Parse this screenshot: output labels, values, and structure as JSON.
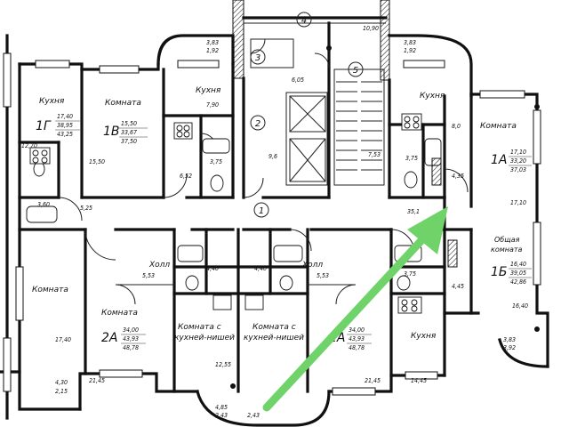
{
  "rooms": {
    "kuhnya_1g": "Кухня",
    "komnata_1v": "Комната",
    "kuhnya_1v": "Кухня",
    "kuhnya_right": "Кухня",
    "komnata_1a": "Комната",
    "komnata_left": "Комната",
    "komnata_2a_left": "Комната",
    "hall_left": "Холл",
    "hall_right": "Холл",
    "komnata_kuhnya_left_1": "Комната с",
    "komnata_kuhnya_left_2": "кухней-нишей",
    "komnata_kuhnya_right_1": "Комната с",
    "komnata_kuhnya_right_2": "кухней-нишей",
    "obshaya_1": "Общая",
    "obshaya_2": "комната",
    "kuhnya_bottom_right": "Кухня"
  },
  "apartments": {
    "a1g": {
      "code": "1Г",
      "areas": [
        "17,40",
        "38,95",
        "43,25"
      ]
    },
    "a1v": {
      "code": "1В",
      "areas": [
        "15,50",
        "33,67",
        "37,50"
      ]
    },
    "a1a": {
      "code": "1А",
      "areas": [
        "17,10",
        "33,20",
        "37,03"
      ]
    },
    "a1b": {
      "code": "1Б",
      "areas": [
        "16,40",
        "39,05",
        "42,86"
      ]
    },
    "a2a_left": {
      "code": "2А",
      "areas": [
        "34,00",
        "43,93",
        "48,78"
      ]
    },
    "a2a_right": {
      "code": "2А",
      "areas": [
        "34,00",
        "43,93",
        "48,78"
      ]
    }
  },
  "section_numbers": {
    "n1": "1",
    "n2": "2",
    "n3": "3",
    "n4": "4",
    "n5": "5"
  },
  "dims": {
    "balc_tl_1": "3,83",
    "balc_tl_2": "1,92",
    "balc_tr_1": "3,83",
    "balc_tr_2": "1,92",
    "top_mid": "10,90",
    "d_6_05": "6,05",
    "d_7_90": "7,90",
    "d_12_70": "12,70",
    "d_15_50": "15,50",
    "d_6_52": "6,52",
    "d_3_75_a": "3,75",
    "d_9_6": "9,6",
    "d_7_53": "7,53",
    "d_3_75_b": "3,75",
    "d_8_0": "8,0",
    "d_4_35": "4,35",
    "d_3_60": "3,60",
    "d_5_25": "5,25",
    "d_35_1": "35,1",
    "d_17_10": "17,10",
    "d_5_53_a": "5,53",
    "d_4_40_a": "4,40",
    "d_4_40_b": "4,40",
    "d_5_53_b": "5,53",
    "d_3_75_c": "3,75",
    "d_4_45": "4,45",
    "d_16_40": "16,40",
    "d_17_40": "17,40",
    "d_12_55": "12,55",
    "d_4_30": "4,30",
    "d_2_15": "2,15",
    "d_21_45_a": "21,45",
    "d_21_45_b": "21,45",
    "d_14_45": "14,45",
    "d_3_83_br": "3,83",
    "d_3_92_br": "3,92",
    "d_4_85": "4,85",
    "d_2_43_a": "2,43",
    "d_2_43_b": "2,43"
  },
  "arrow_color": "#6fd36a"
}
